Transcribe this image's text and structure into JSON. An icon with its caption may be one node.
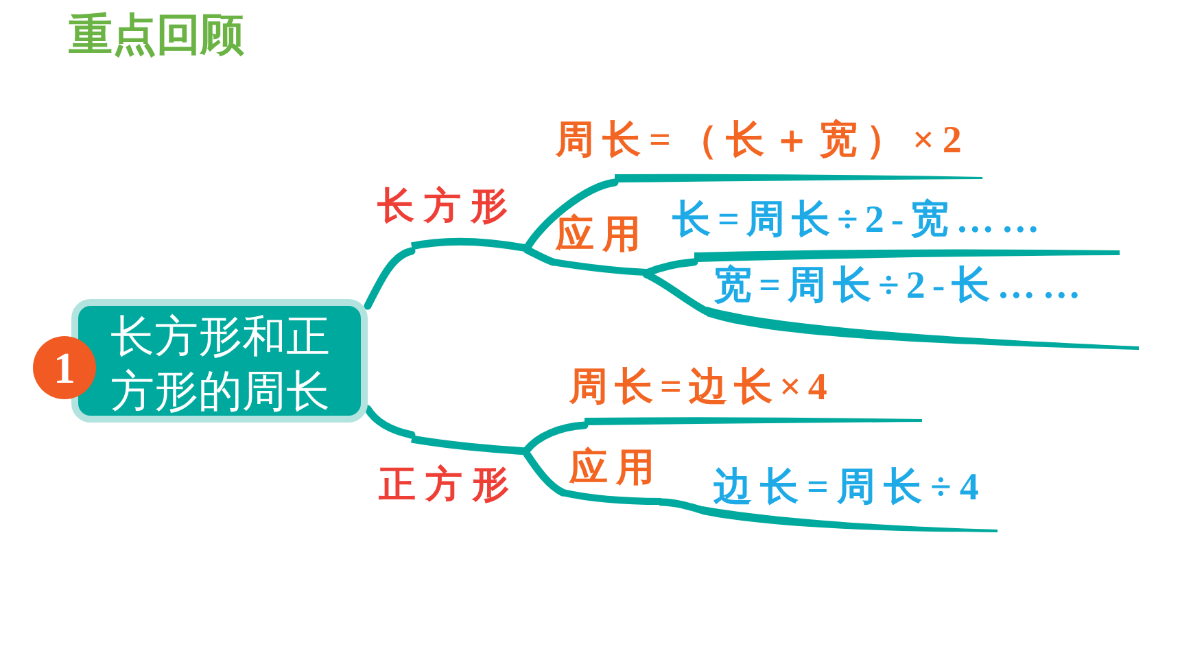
{
  "diagram": {
    "title": "重点回顾",
    "nodes": [
      {
        "text": [
          "1"
        ]
      },
      {
        "text": [
          "长方形和正方形的周长"
        ]
      },
      {
        "text": [
          "长方形"
        ]
      },
      {
        "text": [
          "周长=（长＋宽）×2"
        ]
      },
      {
        "text": [
          "应用"
        ]
      },
      {
        "text": [
          "长=周长÷2-宽……"
        ]
      },
      {
        "text": [
          "宽=周长÷2-长……"
        ]
      },
      {
        "text": [
          "正方形"
        ]
      },
      {
        "text": [
          "周长=边长×4"
        ]
      },
      {
        "text": [
          "应用"
        ]
      },
      {
        "text": [
          "边长=周长÷4"
        ]
      }
    ],
    "edges": [
      {
        "from": 1,
        "to": 2,
        "arrow": "none"
      },
      {
        "from": 2,
        "to": 3,
        "arrow": "none"
      },
      {
        "from": 2,
        "to": 4,
        "arrow": "none"
      },
      {
        "from": 4,
        "to": 5,
        "arrow": "none"
      },
      {
        "from": 4,
        "to": 6,
        "arrow": "none"
      },
      {
        "from": 1,
        "to": 7,
        "arrow": "none"
      },
      {
        "from": 7,
        "to": 8,
        "arrow": "none"
      },
      {
        "from": 7,
        "to": 9,
        "arrow": "none"
      },
      {
        "from": 9,
        "to": 10,
        "arrow": "none"
      }
    ]
  }
}
